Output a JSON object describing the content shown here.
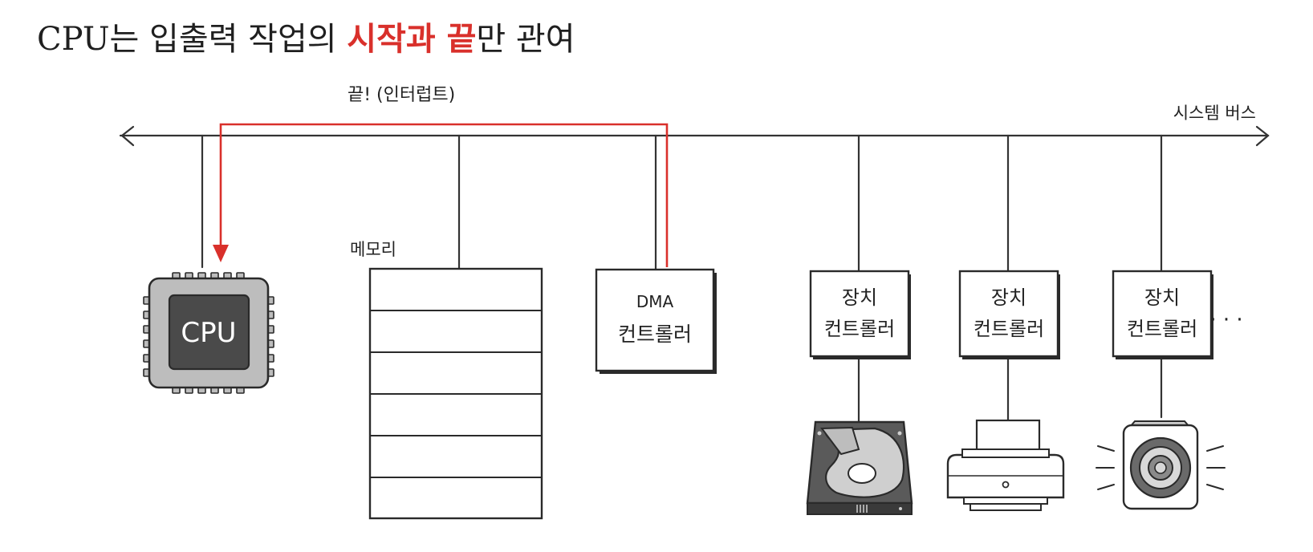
{
  "title": {
    "prefix": "CPU는 입출력 작업의 ",
    "highlight": "시작과 끝",
    "suffix": "만 관여"
  },
  "bus_label": "시스템 버스",
  "interrupt_label": "끝! (인터럽트)",
  "cpu_label": "CPU",
  "memory_label": "메모리",
  "dma": {
    "line1": "DMA",
    "line2": "컨트롤러"
  },
  "controllers": [
    {
      "line1": "장치",
      "line2": "컨트롤러",
      "device": "hard-disk"
    },
    {
      "line1": "장치",
      "line2": "컨트롤러",
      "device": "printer"
    },
    {
      "line1": "장치",
      "line2": "컨트롤러",
      "device": "speaker"
    }
  ],
  "ellipsis": "· · ·",
  "colors": {
    "accent": "#d9302b",
    "ink": "#2a2a2a",
    "chip_dark": "#4a4a4a",
    "chip_light": "#bdbdbd"
  }
}
